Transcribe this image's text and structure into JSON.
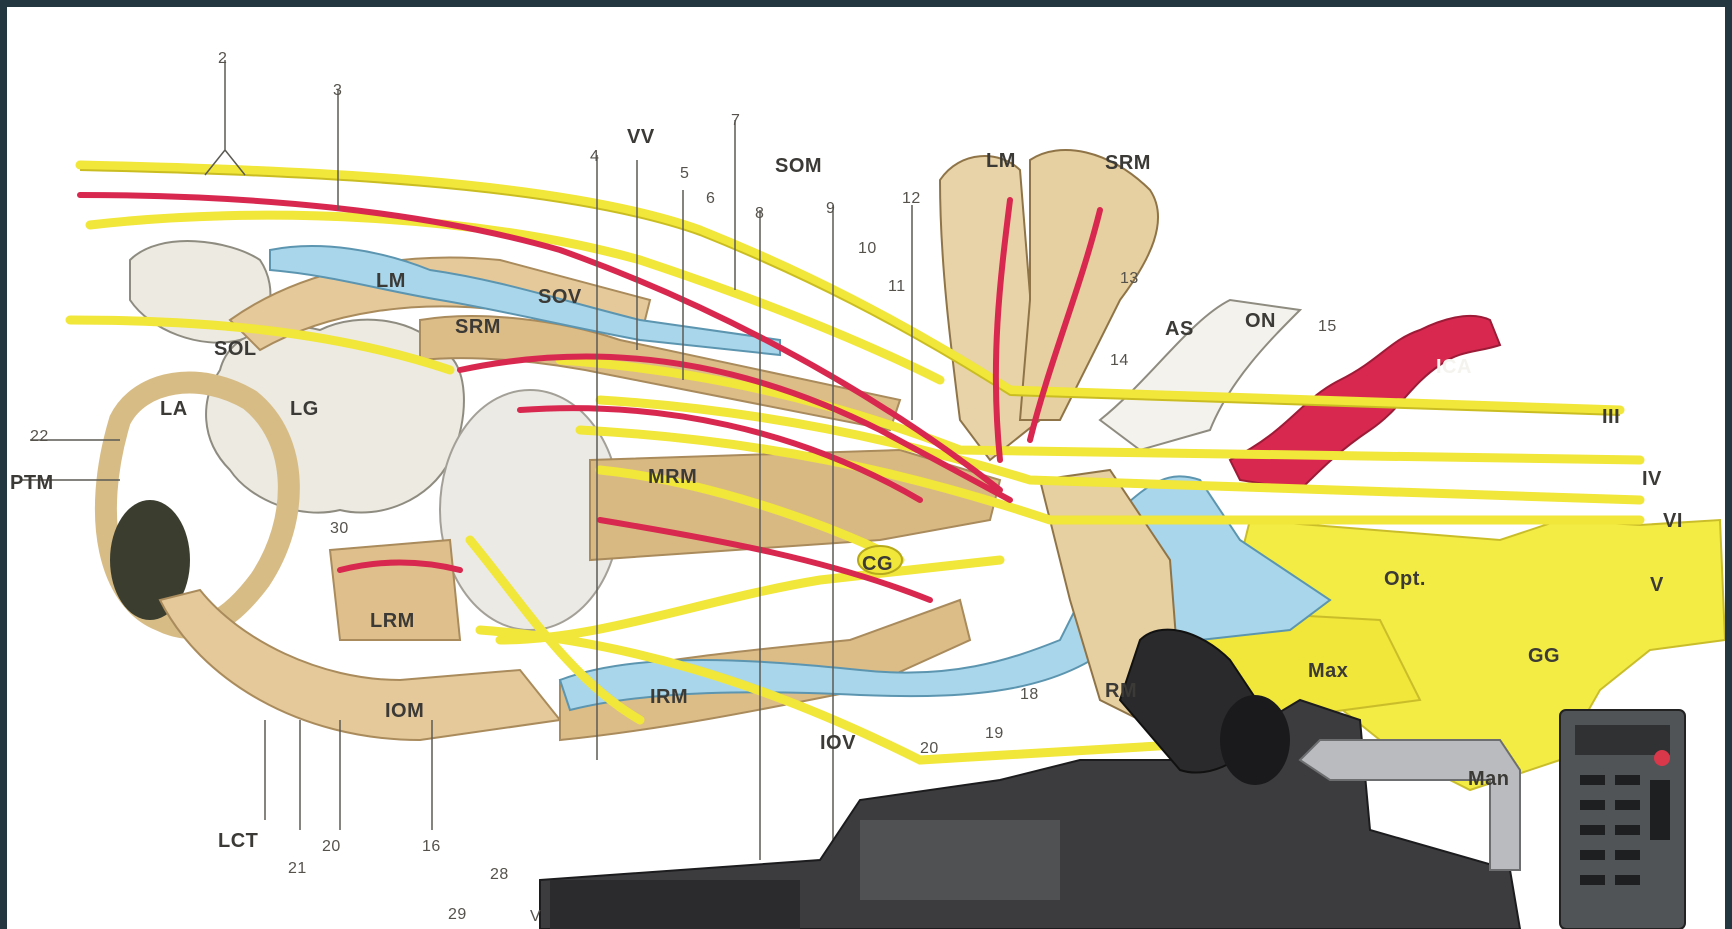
{
  "colors": {
    "background": "#ffffff",
    "frame": "#233741",
    "nerve": "#f1e63a",
    "nerve_dark": "#c9bd22",
    "muscle": "#e5c99a",
    "muscle_dark": "#a98b5c",
    "artery": "#d8284f",
    "vein": "#a9d6ea",
    "gland": "#eceae1",
    "camera": "#3c3c3e",
    "remote": "#515457"
  },
  "labels": {
    "l2": "2",
    "l3": "3",
    "l4": "4",
    "l5": "5",
    "l6": "6",
    "l7": "7",
    "l8": "8",
    "l9": "9",
    "l10": "10",
    "l11": "11",
    "l12": "12",
    "l13": "13",
    "l14": "14",
    "l15": "15",
    "l16": "16",
    "l18": "18",
    "l19": "19",
    "l20": "20",
    "l20b": "20",
    "l21": "21",
    "l22": "22",
    "l28": "28",
    "l29": "29",
    "l30": "30",
    "vv": "VV",
    "som": "SOM",
    "lm": "LM",
    "lm2": "LM",
    "srm": "SRM",
    "srm2": "SRM",
    "sov": "SOV",
    "sol": "SOL",
    "la": "LA",
    "lg": "LG",
    "ptm": "PTM",
    "lrm": "LRM",
    "iom": "IOM",
    "lct": "LCT",
    "mrm": "MRM",
    "irm": "IRM",
    "rm": "RM",
    "cg": "CG",
    "iov": "IOV",
    "as": "AS",
    "on": "ON",
    "ica": "ICA",
    "opt": "Opt.",
    "max": "Max",
    "gg": "GG",
    "man": "Man",
    "iii": "III",
    "iv": "IV",
    "vi": "VI",
    "v_right": "V",
    "v_bottom": "V"
  }
}
